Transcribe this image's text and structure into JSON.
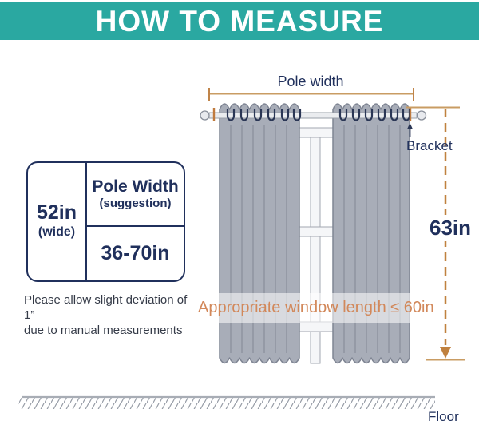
{
  "header": {
    "title": "HOW TO MEASURE"
  },
  "diagram": {
    "pole_width_label": "Pole width",
    "bracket_label": "Bracket",
    "curtain_length_label": "63in",
    "window_length_label": "Appropriate window length ≤ 60in",
    "floor_label": "Floor"
  },
  "size_table": {
    "width_value": "52in",
    "width_unit_note": "(wide)",
    "pole_width_title": "Pole Width",
    "pole_width_note": "(suggestion)",
    "pole_width_range": "36-70in"
  },
  "note": {
    "line1": "Please allow slight deviation of 1”",
    "line2": "due to manual measurements"
  },
  "colors": {
    "header_teal": "#2AA8A1",
    "navy_text": "#20305C",
    "accent_orange": "#C0813F",
    "measure_tan": "#C99C63",
    "curtain_gray": "#A8ADB8",
    "window_length_orange": "#D2885A"
  }
}
